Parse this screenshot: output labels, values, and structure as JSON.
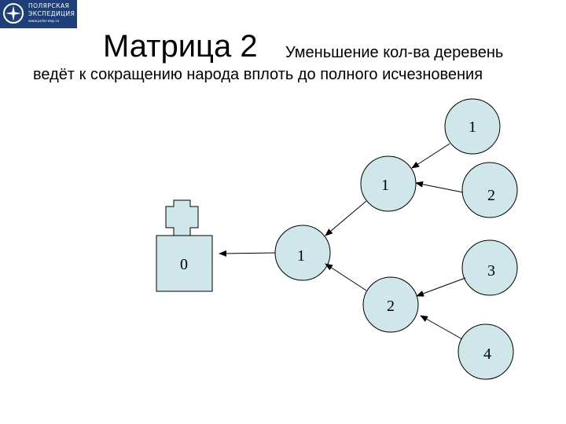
{
  "logo": {
    "line1": "ПОЛЯРСКАЯ",
    "line2": "ЭКСПЕДИЦИЯ",
    "line3": "www.polar-exp.ru",
    "color": "#1f3f78"
  },
  "title": {
    "main": "Матрица 2",
    "sub": "Уменьшение кол-ва деревень"
  },
  "subtitle": "ведёт к сокращению народа вплоть до полного исчезновения",
  "diagram": {
    "node_fill": "#cfe6ea",
    "stroke": "#000000",
    "nodes": {
      "n1_top": "1",
      "n1_mid": "1",
      "n2_right": "2",
      "n1_center": "1",
      "n3_right": "3",
      "n2_lower": "2",
      "n4_bottom": "4",
      "n0_building": "0"
    }
  }
}
